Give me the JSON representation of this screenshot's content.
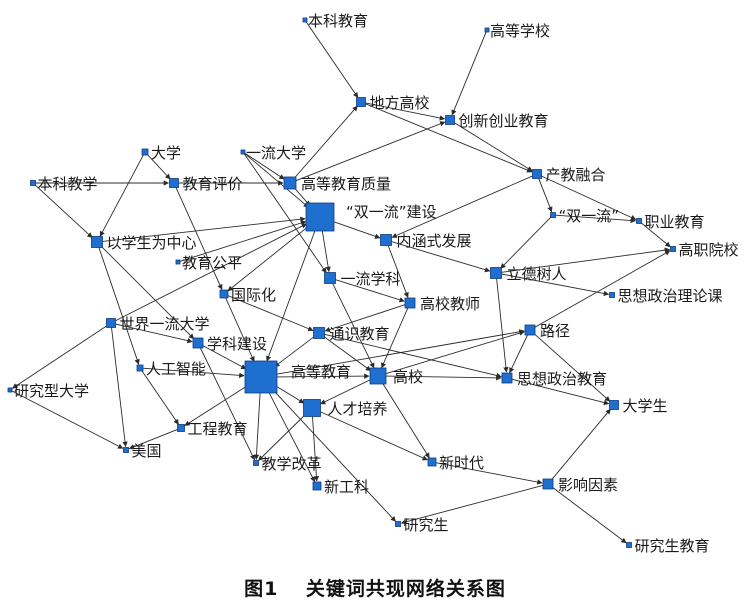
{
  "figure": {
    "number": "图1",
    "title": "关键词共现网络关系图"
  },
  "colors": {
    "node": "#1f6fd1",
    "edge": "#2b2b2b"
  },
  "nodes": [
    {
      "id": "benke_jiaoyu",
      "label": "本科教育"
    },
    {
      "id": "gaodeng_xuexiao",
      "label": "高等学校"
    },
    {
      "id": "difang_gaoxiao",
      "label": "地方高校"
    },
    {
      "id": "chuangxin",
      "label": "创新创业教育"
    },
    {
      "id": "daxue",
      "label": "大学"
    },
    {
      "id": "yiliu_daxue",
      "label": "一流大学"
    },
    {
      "id": "chanjiao",
      "label": "产教融合"
    },
    {
      "id": "benke_jiaoxue",
      "label": "本科教学"
    },
    {
      "id": "jiaoyu_pingjia",
      "label": "教育评价"
    },
    {
      "id": "gaodeng_zhiliang",
      "label": "高等教育质量"
    },
    {
      "id": "shuangyiliu_jianshe",
      "label": "“双一流”建设"
    },
    {
      "id": "shuangyiliu",
      "label": "“双一流”"
    },
    {
      "id": "zhiye_jiaoyu",
      "label": "职业教育"
    },
    {
      "id": "yixuesheng",
      "label": "以学生为中心"
    },
    {
      "id": "neihan",
      "label": "内涵式发展"
    },
    {
      "id": "gaozhi",
      "label": "高职院校"
    },
    {
      "id": "jiaoyu_gongping",
      "label": "教育公平"
    },
    {
      "id": "yiliu_xueke",
      "label": "一流学科"
    },
    {
      "id": "lide",
      "label": "立德树人"
    },
    {
      "id": "guojihua",
      "label": "国际化"
    },
    {
      "id": "sizheng_lilun",
      "label": "思想政治理论课"
    },
    {
      "id": "gaoxiao_jiaoshi",
      "label": "高校教师"
    },
    {
      "id": "shijie_yiliu",
      "label": "世界一流大学"
    },
    {
      "id": "tongshi",
      "label": "通识教育"
    },
    {
      "id": "lujing",
      "label": "路径"
    },
    {
      "id": "xueke_jianshe",
      "label": "学科建设"
    },
    {
      "id": "rengong",
      "label": "人工智能"
    },
    {
      "id": "gaodeng_jiaoyu",
      "label": "高等教育"
    },
    {
      "id": "gaoxiao",
      "label": "高校"
    },
    {
      "id": "sizheng_jiaoyu",
      "label": "思想政治教育"
    },
    {
      "id": "yanjiuxing",
      "label": "研究型大学"
    },
    {
      "id": "rencai",
      "label": "人才培养"
    },
    {
      "id": "daxuesheng",
      "label": "大学生"
    },
    {
      "id": "gongcheng",
      "label": "工程教育"
    },
    {
      "id": "meiguo",
      "label": "美国"
    },
    {
      "id": "jiaoxue_gaige",
      "label": "教学改革"
    },
    {
      "id": "xinshidai",
      "label": "新时代"
    },
    {
      "id": "xingongke",
      "label": "新工科"
    },
    {
      "id": "yingxiang",
      "label": "影响因素"
    },
    {
      "id": "yanjiusheng",
      "label": "研究生"
    },
    {
      "id": "yanjiusheng_jiaoyu",
      "label": "研究生教育"
    }
  ],
  "edges": [
    [
      "benke_jiaoyu",
      "difang_gaoxiao"
    ],
    [
      "gaodeng_xuexiao",
      "chuangxin"
    ],
    [
      "difang_gaoxiao",
      "chuangxin"
    ],
    [
      "difang_gaoxiao",
      "chanjiao"
    ],
    [
      "gaodeng_zhiliang",
      "difang_gaoxiao"
    ],
    [
      "gaodeng_zhiliang",
      "chuangxin"
    ],
    [
      "chuangxin",
      "chanjiao"
    ],
    [
      "chanjiao",
      "shuangyiliu"
    ],
    [
      "chanjiao",
      "zhiye_jiaoyu"
    ],
    [
      "chanjiao",
      "neihan"
    ],
    [
      "shuangyiliu",
      "zhiye_jiaoyu"
    ],
    [
      "zhiye_jiaoyu",
      "gaozhi"
    ],
    [
      "shuangyiliu",
      "lide"
    ],
    [
      "lide",
      "sizheng_lilun"
    ],
    [
      "lide",
      "gaozhi"
    ],
    [
      "lide",
      "sizheng_jiaoyu"
    ],
    [
      "benke_jiaoxue",
      "jiaoyu_pingjia"
    ],
    [
      "benke_jiaoxue",
      "yixuesheng"
    ],
    [
      "daxue",
      "jiaoyu_pingjia"
    ],
    [
      "daxue",
      "yixuesheng"
    ],
    [
      "jiaoyu_pingjia",
      "gaodeng_zhiliang"
    ],
    [
      "jiaoyu_pingjia",
      "guojihua"
    ],
    [
      "yiliu_daxue",
      "gaodeng_zhiliang"
    ],
    [
      "yiliu_daxue",
      "shuangyiliu_jianshe"
    ],
    [
      "yiliu_daxue",
      "yiliu_xueke"
    ],
    [
      "gaodeng_zhiliang",
      "shuangyiliu_jianshe"
    ],
    [
      "yixuesheng",
      "shuangyiliu_jianshe"
    ],
    [
      "yixuesheng",
      "rengong"
    ],
    [
      "yixuesheng",
      "xueke_jianshe"
    ],
    [
      "jiaoyu_gongping",
      "shuangyiliu_jianshe"
    ],
    [
      "shuangyiliu_jianshe",
      "neihan"
    ],
    [
      "shuangyiliu_jianshe",
      "yiliu_xueke"
    ],
    [
      "shuangyiliu_jianshe",
      "gaodeng_jiaoyu"
    ],
    [
      "shuangyiliu_jianshe",
      "guojihua"
    ],
    [
      "neihan",
      "lide"
    ],
    [
      "neihan",
      "gaoxiao_jiaoshi"
    ],
    [
      "yiliu_xueke",
      "gaoxiao_jiaoshi"
    ],
    [
      "yiliu_xueke",
      "gaoxiao"
    ],
    [
      "guojihua",
      "tongshi"
    ],
    [
      "guojihua",
      "gaodeng_jiaoyu"
    ],
    [
      "shijie_yiliu",
      "shuangyiliu_jianshe"
    ],
    [
      "shijie_yiliu",
      "xueke_jianshe"
    ],
    [
      "shijie_yiliu",
      "yanjiuxing"
    ],
    [
      "shijie_yiliu",
      "meiguo"
    ],
    [
      "yanjiuxing",
      "meiguo"
    ],
    [
      "gaoxiao_jiaoshi",
      "tongshi"
    ],
    [
      "gaoxiao_jiaoshi",
      "gaoxiao"
    ],
    [
      "tongshi",
      "gaoxiao"
    ],
    [
      "tongshi",
      "gaodeng_jiaoyu"
    ],
    [
      "tongshi",
      "sizheng_jiaoyu"
    ],
    [
      "gaodeng_jiaoyu",
      "gaoxiao"
    ],
    [
      "gaodeng_jiaoyu",
      "rencai"
    ],
    [
      "gaodeng_jiaoyu",
      "lujing"
    ],
    [
      "gaodeng_jiaoyu",
      "gongcheng"
    ],
    [
      "gaodeng_jiaoyu",
      "jiaoxue_gaige"
    ],
    [
      "gaodeng_jiaoyu",
      "xingongke"
    ],
    [
      "gaodeng_jiaoyu",
      "yanjiusheng"
    ],
    [
      "xueke_jianshe",
      "gaodeng_jiaoyu"
    ],
    [
      "xueke_jianshe",
      "jiaoxue_gaige"
    ],
    [
      "rengong",
      "gaodeng_jiaoyu"
    ],
    [
      "rengong",
      "gongcheng"
    ],
    [
      "gongcheng",
      "meiguo"
    ],
    [
      "gaoxiao",
      "rencai"
    ],
    [
      "gaoxiao",
      "sizheng_jiaoyu"
    ],
    [
      "gaoxiao",
      "lujing"
    ],
    [
      "gaoxiao",
      "xinshidai"
    ],
    [
      "rencai",
      "jiaoxue_gaige"
    ],
    [
      "rencai",
      "xingongke"
    ],
    [
      "rencai",
      "xinshidai"
    ],
    [
      "lujing",
      "sizheng_jiaoyu"
    ],
    [
      "lujing",
      "daxuesheng"
    ],
    [
      "lujing",
      "gaozhi"
    ],
    [
      "sizheng_jiaoyu",
      "daxuesheng"
    ],
    [
      "xinshidai",
      "yingxiang"
    ],
    [
      "yingxiang",
      "daxuesheng"
    ],
    [
      "yingxiang",
      "yanjiusheng"
    ],
    [
      "yingxiang",
      "yanjiusheng_jiaoyu"
    ]
  ]
}
